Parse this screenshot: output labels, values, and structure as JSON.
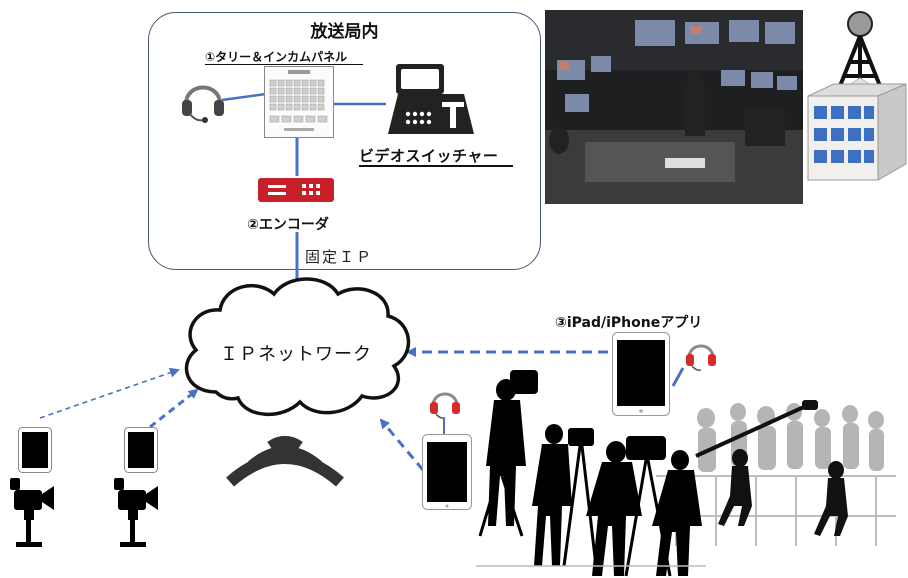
{
  "labels": {
    "station_title": "放送局内",
    "tally_intercom_panel": "①タリー＆インカムパネル",
    "video_switcher": "ビデオスイッチャー",
    "encoder": "②エンコーダ",
    "fixed_ip": "固定ＩＰ",
    "ip_network": "ＩＰネットワーク",
    "ipad_app": "③iPad/iPhoneアプリ"
  },
  "icons": {
    "headset": "headset-icon",
    "panel": "intercom-panel-icon",
    "switcher": "video-switcher-icon",
    "encoder": "encoder-icon",
    "tower": "broadcast-tower-icon",
    "building": "station-building-icon",
    "wireless": "wireless-signal-icon",
    "tablet": "tablet-icon",
    "camera": "camera-on-tripod-icon",
    "crew": "camera-crew-silhouette"
  },
  "colors": {
    "box_border": "#4a5a73",
    "link_blue": "#4a72c4",
    "encoder_red": "#c8202a",
    "headset_red": "#d42a2a",
    "building_blue": "#3d6fc2",
    "tower_gray": "#9a9a9a"
  }
}
